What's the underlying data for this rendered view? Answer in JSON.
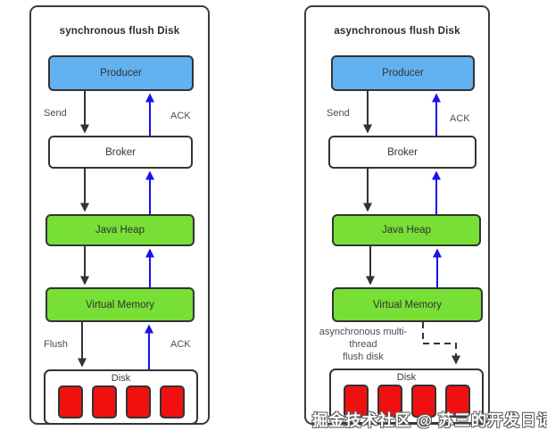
{
  "colors": {
    "producer_fill": "#62b1f1",
    "memory_fill": "#77df35",
    "disk_block_fill": "#f11010",
    "request_arrow": "#333333",
    "ack_arrow": "#1812ee",
    "border": "#3c3c3c"
  },
  "watermark": "掘金技术社区 @ 苏三的开发日记",
  "left": {
    "title": "synchronous flush Disk",
    "producer": "Producer",
    "broker": "Broker",
    "heap": "Java Heap",
    "vm": "Virtual Memory",
    "disk": "Disk",
    "send": "Send",
    "ack_top": "ACK",
    "flush": "Flush",
    "ack_bottom": "ACK"
  },
  "right": {
    "title": "asynchronous flush Disk",
    "producer": "Producer",
    "broker": "Broker",
    "heap": "Java Heap",
    "vm": "Virtual Memory",
    "disk": "Disk",
    "send": "Send",
    "ack_top": "ACK",
    "async_note": "asynchronous multi-\nthread\nflush disk"
  }
}
